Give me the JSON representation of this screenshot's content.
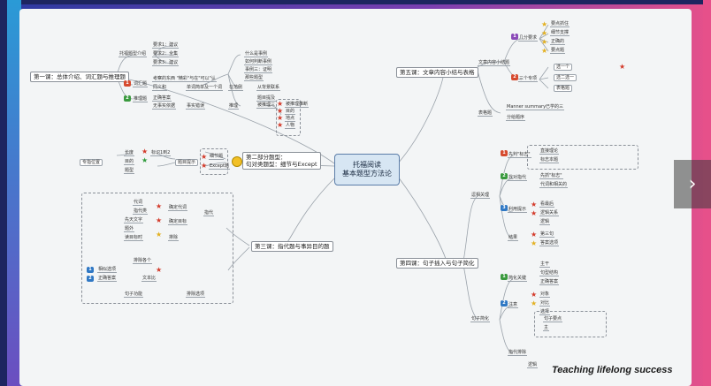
{
  "colors": {
    "accent": "#2c3aa0",
    "brand": "#e6508a",
    "center_fill": "#d7e6f3"
  },
  "icons": {
    "next": "chevron-right-icon",
    "star": "star-icon",
    "smile": "smile-icon"
  },
  "center": {
    "line1": "托福阅读",
    "line2": "基本题型方法论"
  },
  "lessons": {
    "l1": "第一课：总体介绍、词汇题与推理题",
    "l2a": "第二部分题型：",
    "l2b": "句对类题型：细节与Except",
    "l3": "第三课：指代题与事异目的题",
    "l4": "第四课：句子插入与句子简化",
    "l5": "第五课：文章内容小结与表格"
  },
  "left_top": [
    "托福题型介绍",
    "要求1：建议",
    "要求2：全集",
    "要求3：建议",
    "词汇题",
    "考察的东西 \"精彩\"与在\"可以\"认",
    "同义和",
    "单词简单及一个词",
    "推理题",
    "正确答案",
    "无事实依据",
    "事实错误",
    "什么是事例",
    "如何判断事例",
    "事例三：证明",
    "那些题型",
    "在范例",
    "从背景联系",
    "推理",
    "题目提及",
    "被推理三",
    "被推理推断",
    "目的",
    "地点",
    "人物",
    "原因"
  ],
  "left_mid": [
    "长度",
    "目的",
    "题型",
    "标识1到2",
    "专指位置",
    "题目提示",
    "细节题",
    "Except题"
  ],
  "left_bot": [
    "代词",
    "指代类",
    "确定代词",
    "先天文字",
    "题外",
    "确定目标",
    "指代",
    "读目标时",
    "排除",
    "排除各个",
    "相似选项",
    "正确答案",
    "文本比",
    "句子功能",
    "排除选项"
  ],
  "right_top": [
    "文章内容小结题",
    "几分要求",
    "要点抓住",
    "细节支撑",
    "正确的",
    "要点题",
    "三个专项",
    "选一个",
    "选二选一",
    "表格题",
    "表格题",
    "Manner summary已学的三",
    "分给题序"
  ],
  "right_mid": [
    "逗相关理",
    "先判\"标志\"",
    "直接理论",
    "标志本题",
    "找对指代",
    "先抓\"标志\"",
    "代词和相关的",
    "利用提示",
    "看最后",
    "逻辑关系",
    "逻辑",
    "结果",
    "第三句",
    "答案选项"
  ],
  "right_bot": [
    "句子简化",
    "简化关键",
    "主干",
    "句型结构",
    "正确答案",
    "注意",
    "对象",
    "对比",
    "选择",
    "句子要点",
    "主",
    "指代排除",
    "逻辑"
  ],
  "tagline": "Teaching lifelong success"
}
